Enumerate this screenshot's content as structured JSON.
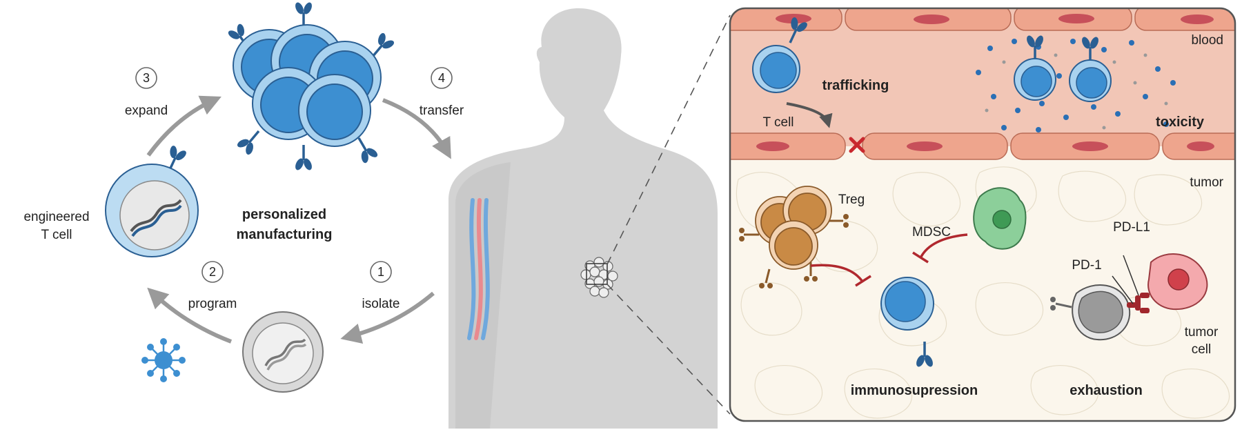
{
  "cycle": {
    "title_line1": "personalized",
    "title_line2": "manufacturing",
    "steps": [
      {
        "number": "1",
        "label": "isolate"
      },
      {
        "number": "2",
        "label": "program"
      },
      {
        "number": "3",
        "label": "expand"
      },
      {
        "number": "4",
        "label": "transfer"
      }
    ],
    "engineered_line1": "engineered",
    "engineered_line2": "T cell"
  },
  "panel": {
    "blood": "blood",
    "tumor": "tumor",
    "t_cell": "T cell",
    "trafficking": "trafficking",
    "toxicity": "toxicity",
    "treg": "Treg",
    "mdsc": "MDSC",
    "pd_l1": "PD-L1",
    "pd_1": "PD-1",
    "tumor_cell_line1": "tumor",
    "tumor_cell_line2": "cell",
    "immunosupression": "immunosupression",
    "exhaustion": "exhaustion"
  },
  "colors": {
    "tcell_blue": "#3d8fd1",
    "tcell_ring": "#a9d2ef",
    "receptor": "#2a5f93",
    "body_gray": "#d3d3d3",
    "vessel": "#f2c6b6",
    "endothelial": "#eea58d",
    "treg": "#c98a45",
    "mdsc": "#8ccf9a",
    "tumor_cell": "#f08f96",
    "inhibit": "#b0282e"
  }
}
